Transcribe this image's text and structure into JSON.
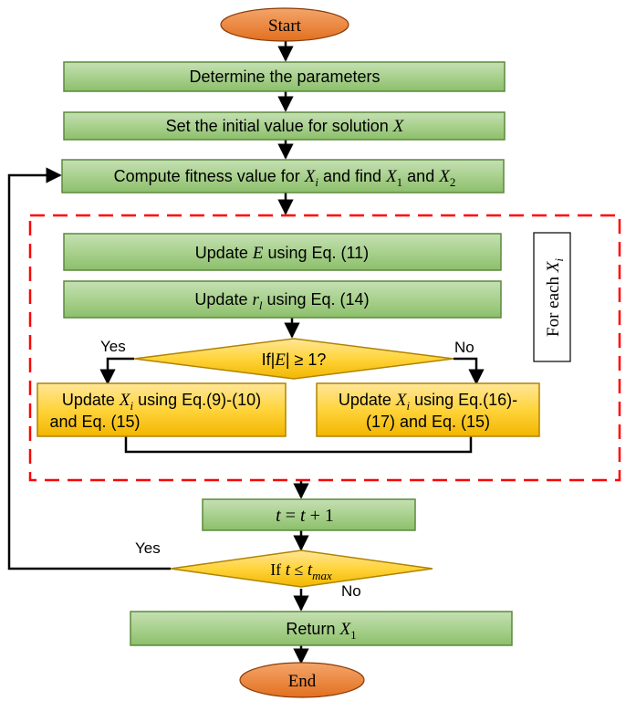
{
  "start": "Start",
  "end": "End",
  "steps": {
    "determine": "Determine the parameters",
    "init_prefix": "Set the initial value for solution ",
    "init_var": "X",
    "fitness_p1": "Compute fitness value for ",
    "fitness_v1": "X",
    "fitness_s1": "i",
    "fitness_p2": " and find ",
    "fitness_v2": "X",
    "fitness_s2": "1",
    "fitness_p3": " and ",
    "fitness_v3": "X",
    "fitness_s3": "2",
    "update_e_p1": "Update ",
    "update_e_var": "E",
    "update_e_p2": " using Eq. (11)",
    "update_r_p1": "Update ",
    "update_r_var": "r",
    "update_r_sub": "l",
    "update_r_p2": " using Eq. (14)",
    "left_line1_p1": "Update ",
    "left_line1_var": "X",
    "left_line1_sub": "i",
    "left_line1_p2": " using Eq.(9)-(10)",
    "left_line2": "and Eq. (15)",
    "right_line1_p1": "Update ",
    "right_line1_var": "X",
    "right_line1_sub": "i",
    "right_line1_p2": " using Eq.(16)-",
    "right_line2": "(17) and Eq. (15)",
    "t_update_var1": "t",
    "t_update_eq": " = ",
    "t_update_var2": "t",
    "t_update_p": " + 1",
    "return_p": "Return ",
    "return_var": "X",
    "return_sub": "1"
  },
  "decisions": {
    "e_check_p1": "If|",
    "e_check_var": "E",
    "e_check_p2": "| ≥ 1?",
    "e_yes": "Yes",
    "e_no": "No",
    "t_check_p1": "If ",
    "t_check_var": "t",
    "t_check_op": " ≤ ",
    "t_check_var2": "t",
    "t_check_sub": "max",
    "t_yes": "Yes",
    "t_no": "No"
  },
  "loop_label": {
    "prefix": "For each ",
    "var": "X",
    "sub": "i"
  },
  "colors": {
    "process_fill": "#a9d18e",
    "process_dark": "#70ad47",
    "decision_fill": "#ffd966",
    "decision_dark": "#ffc000",
    "terminal_fill": "#ed7d31",
    "dashed_border": "#ff0000"
  }
}
